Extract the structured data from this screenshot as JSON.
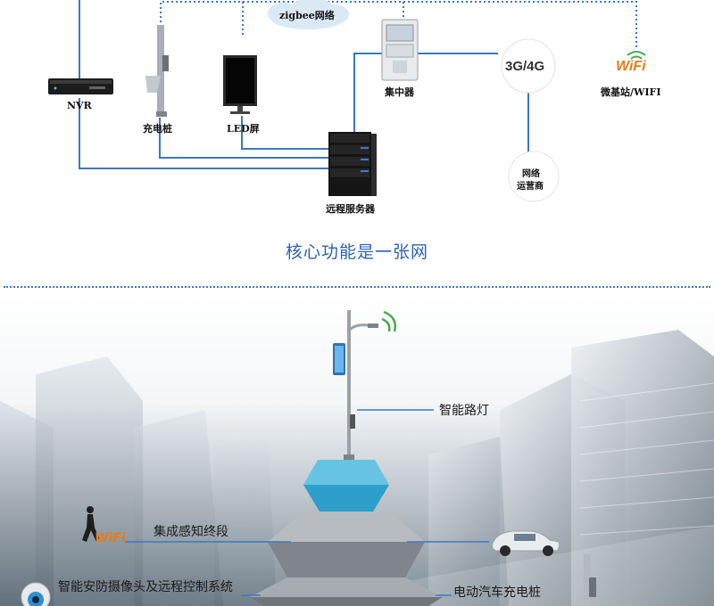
{
  "top": {
    "cloud_label": "zigbee网络",
    "nvr_label": "NVR",
    "charger_label": "充电桩",
    "led_label": "LED屏",
    "concentrator_label": "集中器",
    "network_badge": "3G/4G",
    "wifi_label": "微基站/WIFI",
    "wifi_logo": "WiFi",
    "operator_label_line1": "网络",
    "operator_label_line2": "运营商",
    "server_label": "远程服务器"
  },
  "heading": "核心功能是一张网",
  "bottom": {
    "lamp_label": "智能路灯",
    "sensor_label": "集成感知终段",
    "camera_label": "智能安防摄像头及远程控制系统",
    "ev_label": "电动汽车充电桩",
    "wifi_logo": "WiFi"
  },
  "colors": {
    "line": "#3b78c2",
    "heading": "#2a63b0",
    "pyramid_top": "#34a9cf",
    "pyramid_mid": "#8e9399"
  }
}
